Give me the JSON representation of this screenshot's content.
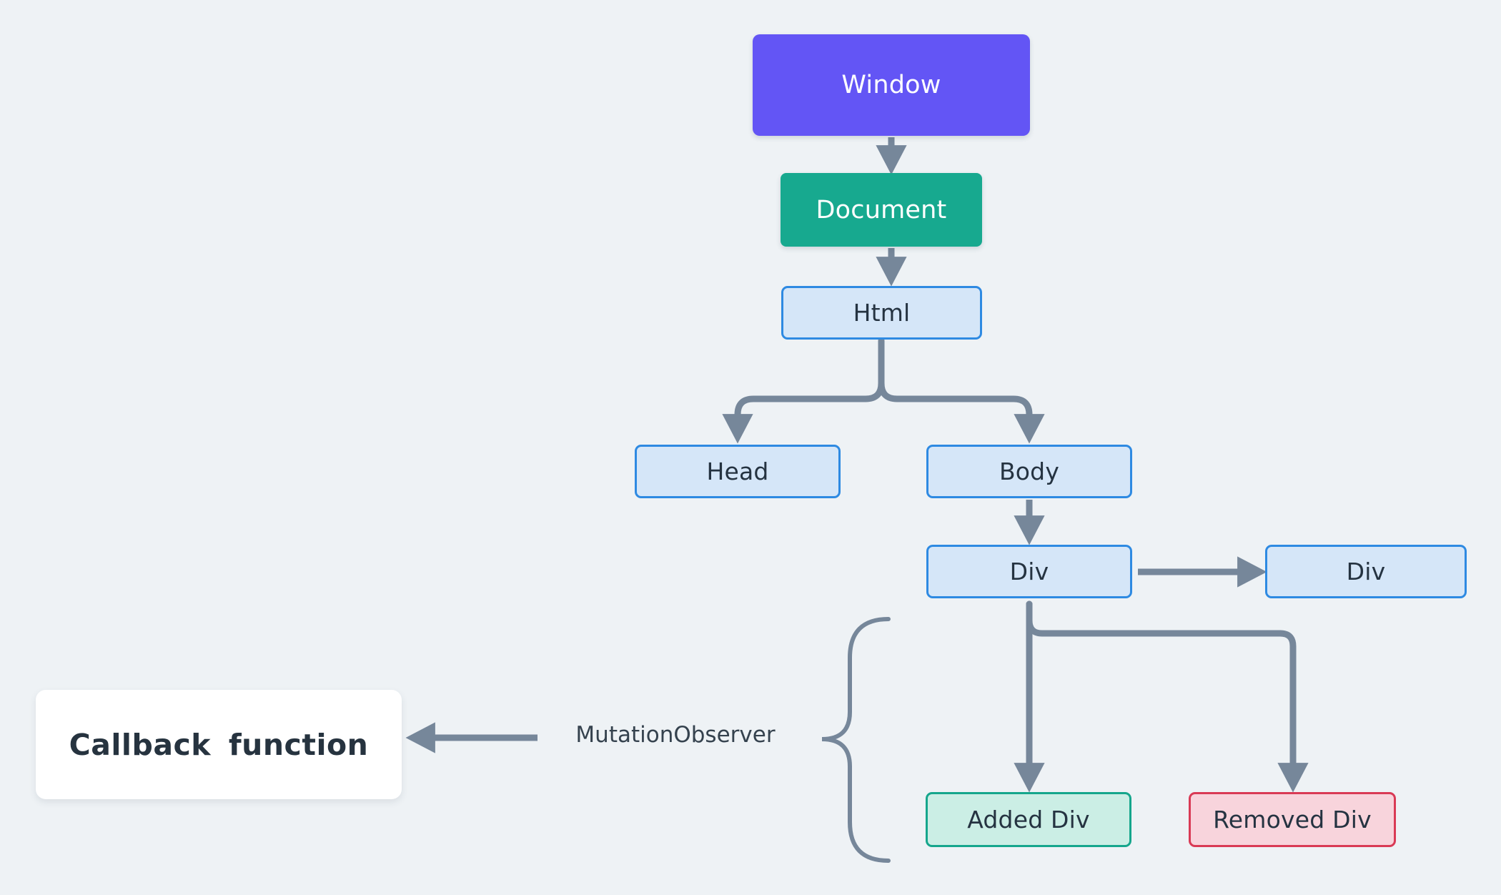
{
  "diagram": {
    "title": "DOM tree with MutationObserver",
    "background_color": "#eef2f5",
    "edge_color": "#76879a",
    "nodes": {
      "window": {
        "label": "Window",
        "fill": "#6355f5",
        "text_color": "#ffffff"
      },
      "document": {
        "label": "Document",
        "fill": "#17a98f",
        "text_color": "#ffffff"
      },
      "html": {
        "label": "Html",
        "fill": "#d5e6f8",
        "border": "#2e8ae2"
      },
      "head": {
        "label": "Head",
        "fill": "#d5e6f8",
        "border": "#2e8ae2"
      },
      "body": {
        "label": "Body",
        "fill": "#d5e6f8",
        "border": "#2e8ae2"
      },
      "div_left": {
        "label": "Div",
        "fill": "#d5e6f8",
        "border": "#2e8ae2"
      },
      "div_right": {
        "label": "Div",
        "fill": "#d5e6f8",
        "border": "#2e8ae2"
      },
      "added_div": {
        "label": "Added Div",
        "fill": "#cbeee5",
        "border": "#15a68c"
      },
      "removed_div": {
        "label": "Removed Div",
        "fill": "#f8d4dc",
        "border": "#d93a55"
      }
    },
    "callback": {
      "label": "Callback function",
      "fill": "#ffffff",
      "text_color": "#26333f"
    },
    "observer": {
      "label": "MutationObserver",
      "text_color": "#35424e"
    },
    "edges": [
      {
        "from": "window",
        "to": "document",
        "style": "straight-down-arrow"
      },
      {
        "from": "document",
        "to": "html",
        "style": "straight-down-arrow"
      },
      {
        "from": "html",
        "to": "head",
        "style": "elbow-branch-left-arrow"
      },
      {
        "from": "html",
        "to": "body",
        "style": "elbow-branch-right-arrow"
      },
      {
        "from": "body",
        "to": "div_left",
        "style": "straight-down-arrow"
      },
      {
        "from": "div_left",
        "to": "div_right",
        "style": "straight-right-arrow"
      },
      {
        "from": "div_left",
        "to": "added_div",
        "style": "straight-down-arrow"
      },
      {
        "from": "div_left",
        "to": "removed_div",
        "style": "elbow-right-down-arrow"
      },
      {
        "from": "observer",
        "to": "callback",
        "style": "straight-left-arrow"
      },
      {
        "from": "brace",
        "to": "observer",
        "style": "curly-brace"
      }
    ]
  }
}
